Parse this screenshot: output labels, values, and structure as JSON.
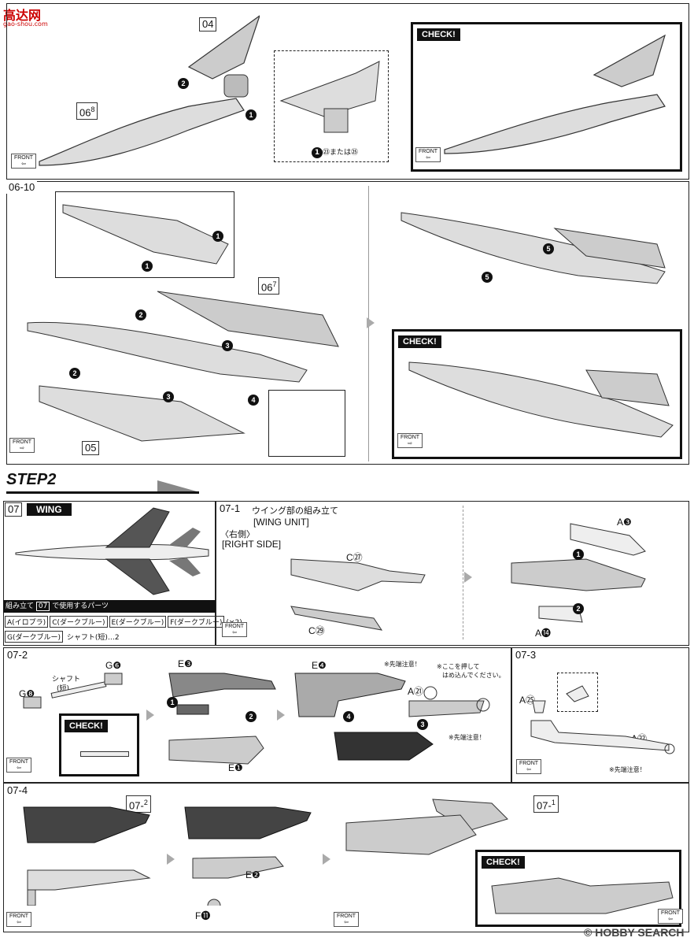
{
  "watermark": {
    "logo": "高达网",
    "url": "gao-shou.com"
  },
  "panel_top": {
    "part_04": "04",
    "part_068": "06",
    "part_068_sub": "8",
    "step1": "1",
    "step2": "2",
    "inset_note_a": "1",
    "inset_note_num1": "㉓",
    "inset_note_mid": "または",
    "inset_note_num2": "㉕",
    "check": "CHECK!",
    "front": "FRONT"
  },
  "panel_0610": {
    "title": "06",
    "title_sub": "10",
    "part_067": "06",
    "part_067_sub": "7",
    "part_05": "05",
    "steps": [
      "1",
      "2",
      "2",
      "3",
      "3",
      "4",
      "5",
      "5",
      "1"
    ],
    "check": "CHECK!",
    "front": "FRONT"
  },
  "step2": {
    "label": "STEP2"
  },
  "panel_07": {
    "title": "07",
    "name": "WING",
    "parts_heading_pre": "組み立て",
    "parts_heading_num": "07",
    "parts_heading_post": "で使用するパーツ",
    "parts": [
      "A(イロプラ)",
      "C(ダークブルー)",
      "E(ダークブルー)",
      "F(ダークブルー)"
    ],
    "parts_mult": "(×2)",
    "parts_row2_box": "G(ダークブルー)",
    "parts_row2_text": "シャフト(短)…2"
  },
  "panel_071": {
    "title": "07",
    "title_sub": "1",
    "jp_title": "ウイング部の組み立て",
    "en_title": "[WING UNIT]",
    "jp_side": "〈右側〉",
    "en_side": "[RIGHT SIDE]",
    "c27": "C㉗",
    "c29": "C㉙",
    "a3": "A❸",
    "a14": "A⓮",
    "s1": "1",
    "s2": "2",
    "front": "FRONT"
  },
  "panel_072": {
    "title": "07",
    "title_sub": "2",
    "shaft": "シャフト",
    "shaft_short": "(短)",
    "g6": "G❻",
    "g8": "G❽",
    "check": "CHECK!",
    "e3": "E❸",
    "e1": "E❶",
    "e4": "E❹",
    "a21": "A㉑",
    "note_tip": "※先端注意！",
    "note_press": "※ここを押して",
    "note_press2": "はめ込んでください。",
    "note_tip2": "※先端注意！",
    "s1": "1",
    "s2": "2",
    "s3": "3",
    "s4": "4",
    "front": "FRONT"
  },
  "panel_073": {
    "title": "07",
    "title_sub": "3",
    "a25": "A㉕",
    "a22": "A㉒",
    "note_tip": "※先端注意！",
    "front": "FRONT"
  },
  "panel_074": {
    "title": "07",
    "title_sub": "4",
    "ref072": "07",
    "ref072_sub": "2",
    "ref071": "07",
    "ref071_sub": "1",
    "e2": "E❷",
    "f11": "F⓫",
    "check": "CHECK!",
    "front": "FRONT"
  },
  "footer": {
    "brand": "HOBBY SEARCH",
    "copyright": "©"
  }
}
